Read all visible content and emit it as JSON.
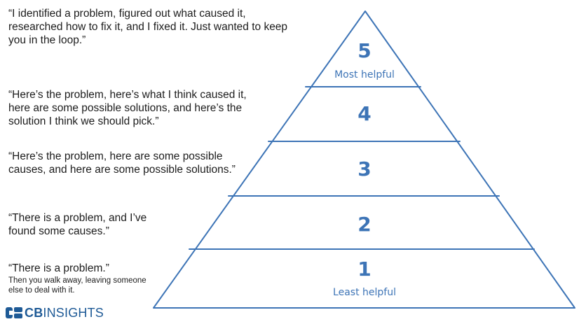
{
  "quotes": [
    {
      "level": "5",
      "text": "“I identified a problem, figured out what caused it, researched how to fix it, and I fixed it. Just wanted to keep you in the loop.”"
    },
    {
      "level": "4",
      "text": "“Here’s the problem, here’s what I think caused it, here are some possible  solutions, and here’s the solution  I think we should pick.”"
    },
    {
      "level": "3",
      "text": "“Here’s the problem, here are some possible causes, and here are some possible  solutions.”"
    },
    {
      "level": "2",
      "text": "“There is a problem, and I’ve found some causes.”"
    },
    {
      "level": "1",
      "text": "“There is a problem.”",
      "subtext": "Then you walk away, leaving someone else to deal with it."
    }
  ],
  "pyramid": {
    "levels": [
      "5",
      "4",
      "3",
      "2",
      "1"
    ],
    "top_label": "Most helpful",
    "bottom_label": "Least helpful",
    "color": "#3d74b6"
  },
  "logo": {
    "bold": "CB",
    "rest": "INSIGHTS",
    "color": "#1e5a96"
  }
}
